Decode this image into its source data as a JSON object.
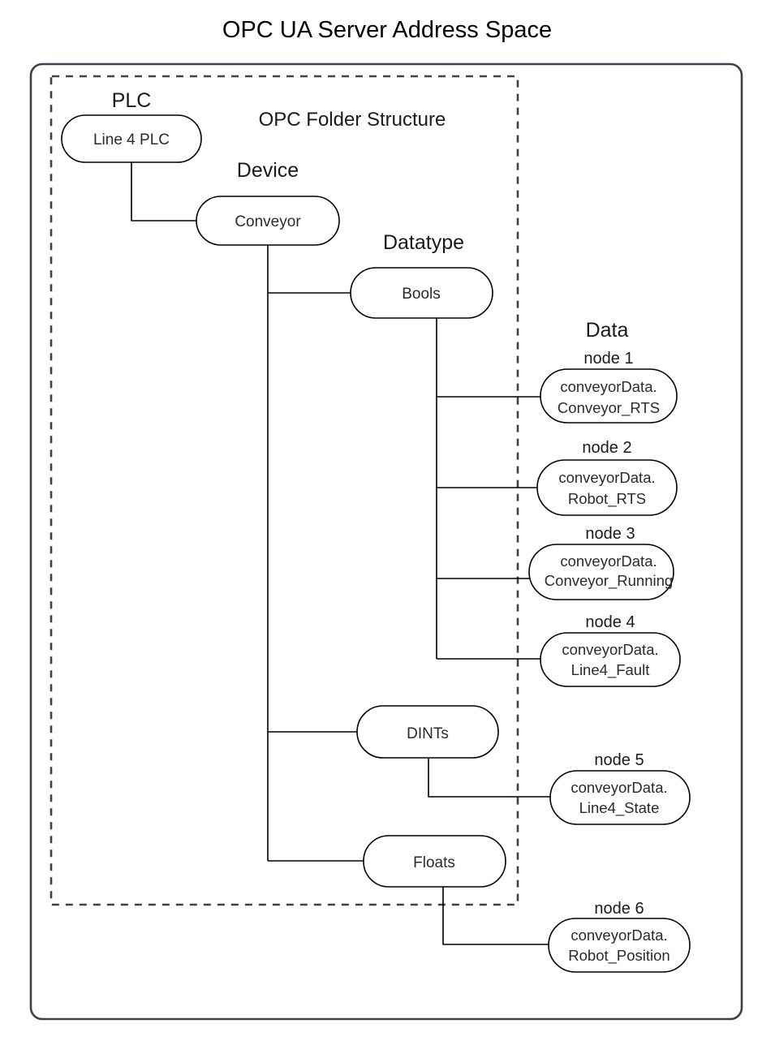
{
  "diagram": {
    "title": "OPC UA Server Address Space",
    "accent_color": "#ff0000",
    "frame_color": "#3c414f",
    "inner_region_label": "OPC Folder Structure",
    "column_labels": {
      "plc": "PLC",
      "device": "Device",
      "datatype": "Datatype",
      "data": "Data"
    },
    "nodes": {
      "plc": {
        "label": "Line 4 PLC"
      },
      "device": {
        "label": "Conveyor"
      },
      "bools": {
        "label": "Bools"
      },
      "dints": {
        "label": "DINTs"
      },
      "floats": {
        "label": "Floats"
      },
      "node1": {
        "caption": "node 1",
        "line1": "conveyorData.",
        "line2": "Conveyor_RTS"
      },
      "node2": {
        "caption": "node 2",
        "line1": "conveyorData.",
        "line2": "Robot_RTS"
      },
      "node3": {
        "caption": "node 3",
        "line1": "conveyorData.",
        "line2": "Conveyor_Running"
      },
      "node4": {
        "caption": "node 4",
        "line1": "conveyorData.",
        "line2": "Line4_Fault"
      },
      "node5": {
        "caption": "node 5",
        "line1": "conveyorData.",
        "line2": "Line4_State"
      },
      "node6": {
        "caption": "node 6",
        "line1": "conveyorData.",
        "line2": "Robot_Position"
      }
    }
  }
}
